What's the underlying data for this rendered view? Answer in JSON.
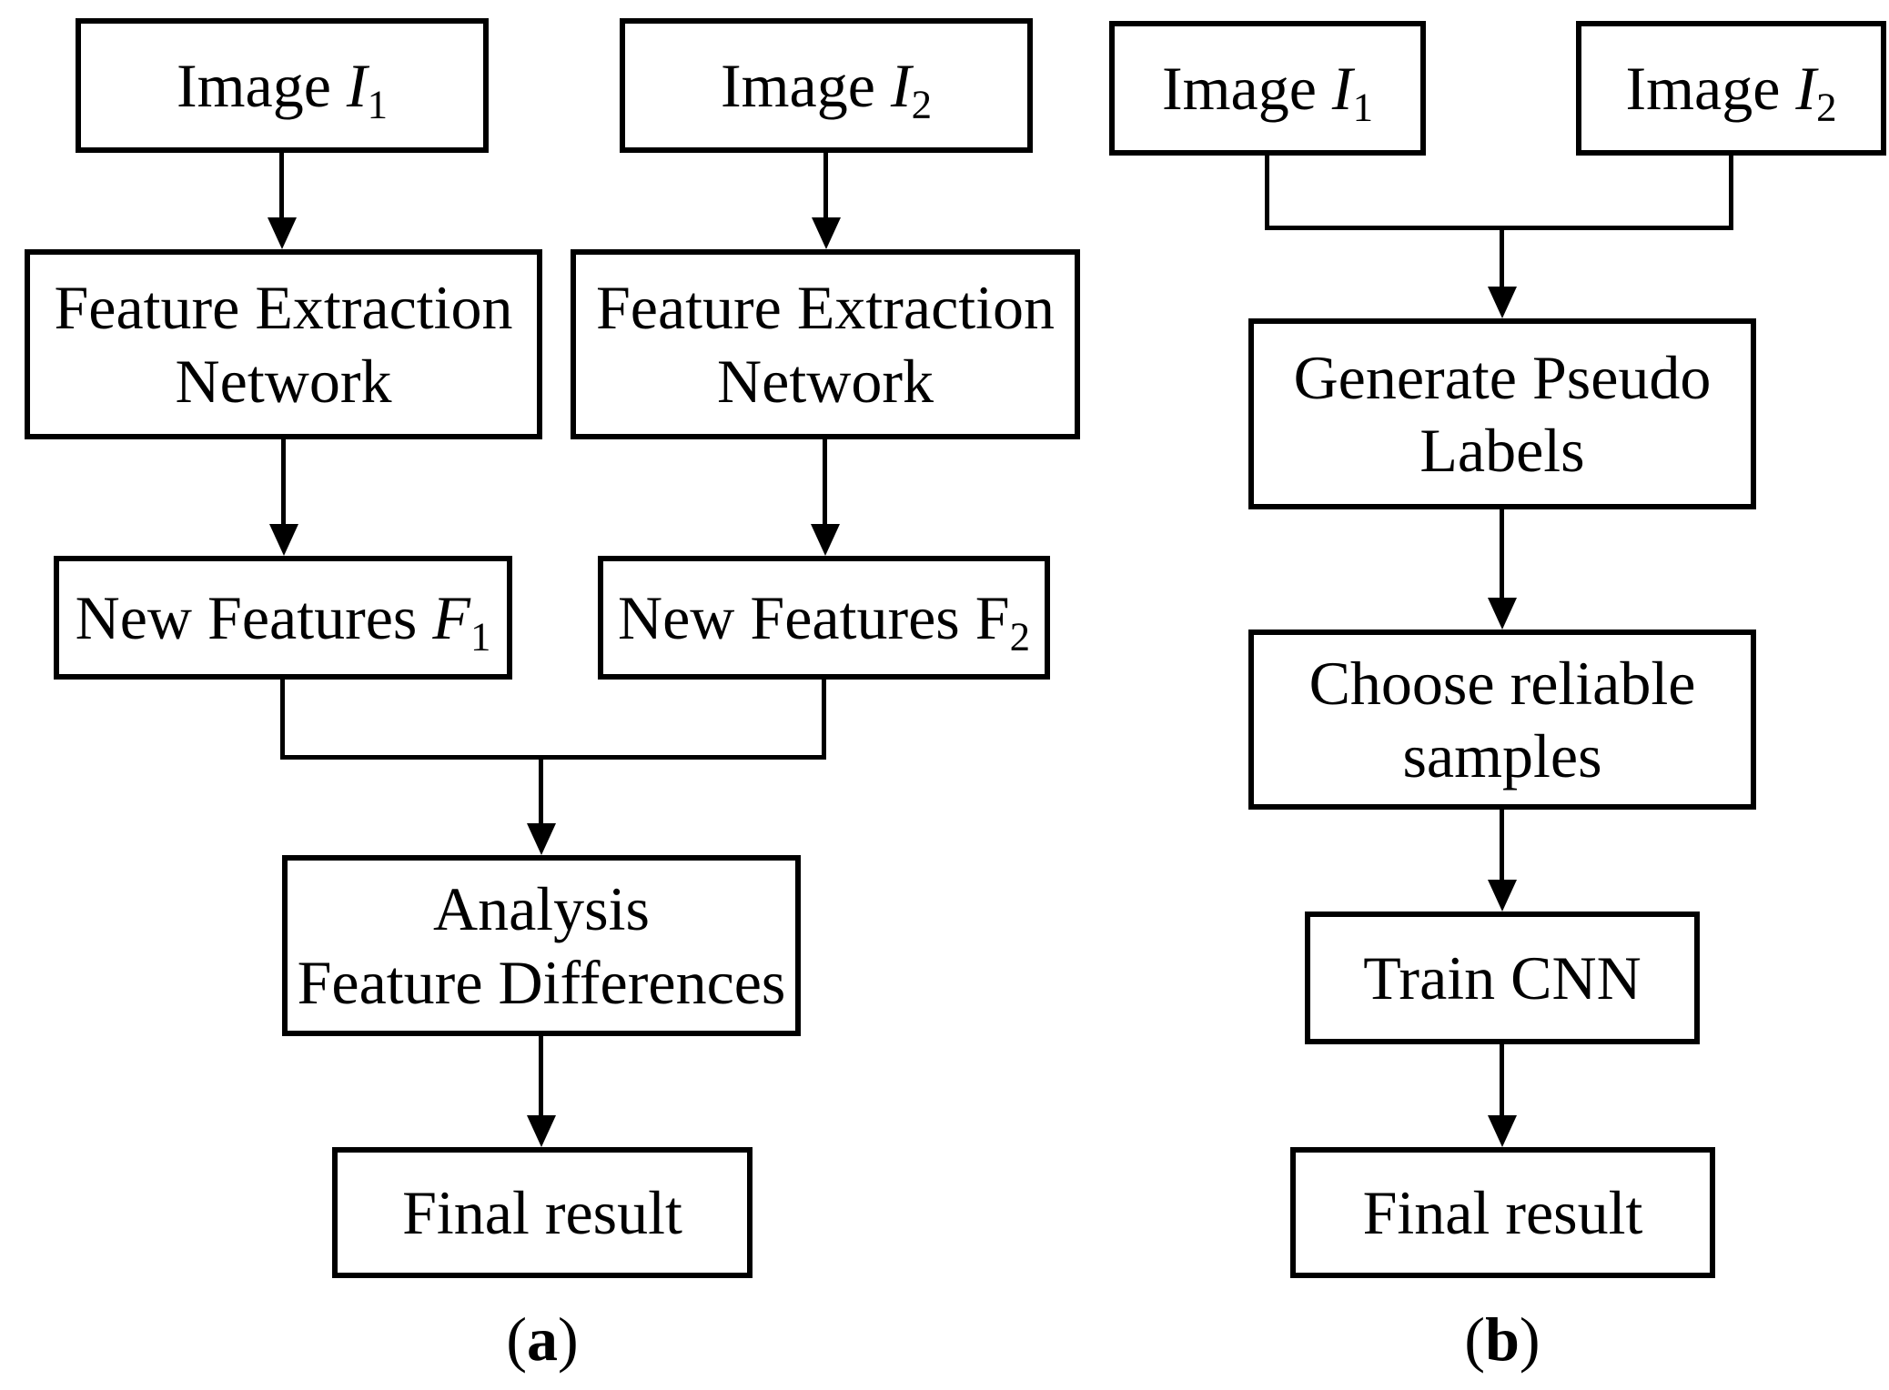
{
  "colors": {
    "ink": "#000000",
    "background": "#ffffff"
  },
  "panel_a": {
    "image1": {
      "text": "Image ",
      "var": "I",
      "sub": "1"
    },
    "image2": {
      "text": "Image ",
      "var": "I",
      "sub": "2"
    },
    "feature_extraction_1": {
      "line1": "Feature Extraction",
      "line2": "Network"
    },
    "feature_extraction_2": {
      "line1": "Feature Extraction",
      "line2": "Network"
    },
    "new_features_1": {
      "text": "New Features ",
      "var": "F",
      "sub": "1"
    },
    "new_features_2": {
      "text": "New Features ",
      "var": "F",
      "sub": "2"
    },
    "analysis": {
      "line1": "Analysis",
      "line2": "Feature Differences"
    },
    "final_result": {
      "text": "Final result"
    },
    "caption": {
      "open": "(",
      "letter": "a",
      "close": ")"
    }
  },
  "panel_b": {
    "image1": {
      "text": "Image ",
      "var": "I",
      "sub": "1"
    },
    "image2": {
      "text": "Image ",
      "var": "I",
      "sub": "2"
    },
    "generate_pseudo_labels": {
      "line1": "Generate Pseudo",
      "line2": "Labels"
    },
    "choose_reliable_samples": {
      "line1": "Choose reliable",
      "line2": "samples"
    },
    "train_cnn": {
      "text": "Train CNN"
    },
    "final_result": {
      "text": "Final result"
    },
    "caption": {
      "open": "(",
      "letter": "b",
      "close": ")"
    }
  }
}
